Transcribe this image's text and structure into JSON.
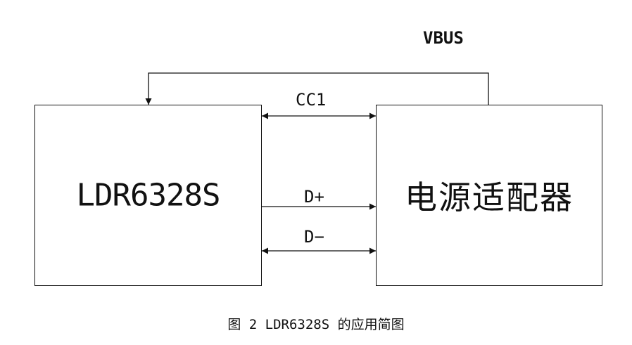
{
  "blocks": {
    "left_label": "LDR6328S",
    "right_label": "电源适配器"
  },
  "signals": {
    "vbus": "VBUS",
    "cc1": "CC1",
    "dplus": "D+",
    "dminus": "D−"
  },
  "caption": "图 2 LDR6328S 的应用简图",
  "colors": {
    "line": "#111111",
    "background": "#ffffff"
  }
}
